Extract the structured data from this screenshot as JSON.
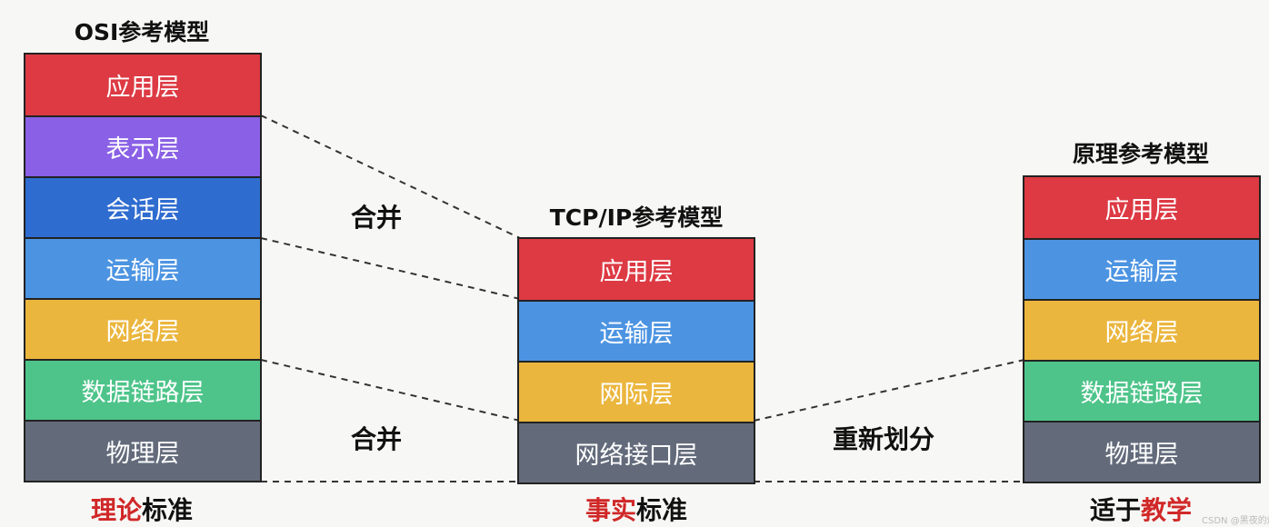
{
  "osi": {
    "title": "OSI参考模型",
    "layers": [
      {
        "label": "应用层",
        "color": "#dd3a44"
      },
      {
        "label": "表示层",
        "color": "#8a60e6"
      },
      {
        "label": "会话层",
        "color": "#2f6cd0"
      },
      {
        "label": "运输层",
        "color": "#4c94e2"
      },
      {
        "label": "网络层",
        "color": "#ebb63e"
      },
      {
        "label": "数据链路层",
        "color": "#4ec48a"
      },
      {
        "label": "物理层",
        "color": "#636b7b"
      }
    ],
    "caption_em": "理论",
    "caption_rest": "标准"
  },
  "tcpip": {
    "title": "TCP/IP参考模型",
    "layers": [
      {
        "label": "应用层",
        "color": "#dd3a44"
      },
      {
        "label": "运输层",
        "color": "#4c94e2"
      },
      {
        "label": "网际层",
        "color": "#ebb63e"
      },
      {
        "label": "网络接口层",
        "color": "#636b7b"
      }
    ],
    "caption_em": "事实",
    "caption_rest": "标准"
  },
  "principle": {
    "title": "原理参考模型",
    "layers": [
      {
        "label": "应用层",
        "color": "#dd3a44"
      },
      {
        "label": "运输层",
        "color": "#4c94e2"
      },
      {
        "label": "网络层",
        "color": "#ebb63e"
      },
      {
        "label": "数据链路层",
        "color": "#4ec48a"
      },
      {
        "label": "物理层",
        "color": "#636b7b"
      }
    ],
    "caption_plain": "适于",
    "caption_em": "教学"
  },
  "annotations": {
    "merge_top": "合并",
    "merge_bottom": "合并",
    "redivide": "重新划分"
  },
  "watermark": "CSDN @黑夜的烟"
}
